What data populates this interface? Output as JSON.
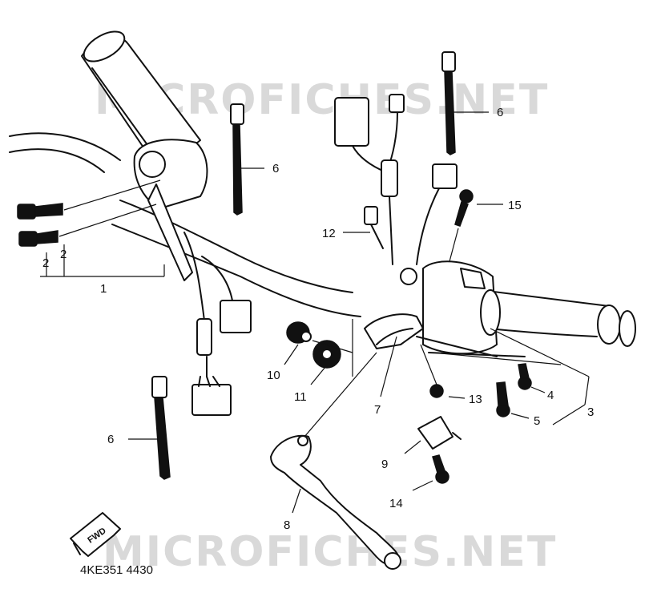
{
  "watermarks": {
    "top": "MICROFICHES.NET",
    "bottom": "MICROFICHES.NET"
  },
  "diagram_code": "4KE351 4430",
  "fwd_label": "FWD",
  "callouts": {
    "c1": "1",
    "c2a": "2",
    "c2b": "2",
    "c3": "3",
    "c4": "4",
    "c5": "5",
    "c6a": "6",
    "c6b": "6",
    "c6c": "6",
    "c7": "7",
    "c8": "8",
    "c9": "9",
    "c10": "10",
    "c11": "11",
    "c12": "12",
    "c13": "13",
    "c14": "14",
    "c15": "15"
  }
}
